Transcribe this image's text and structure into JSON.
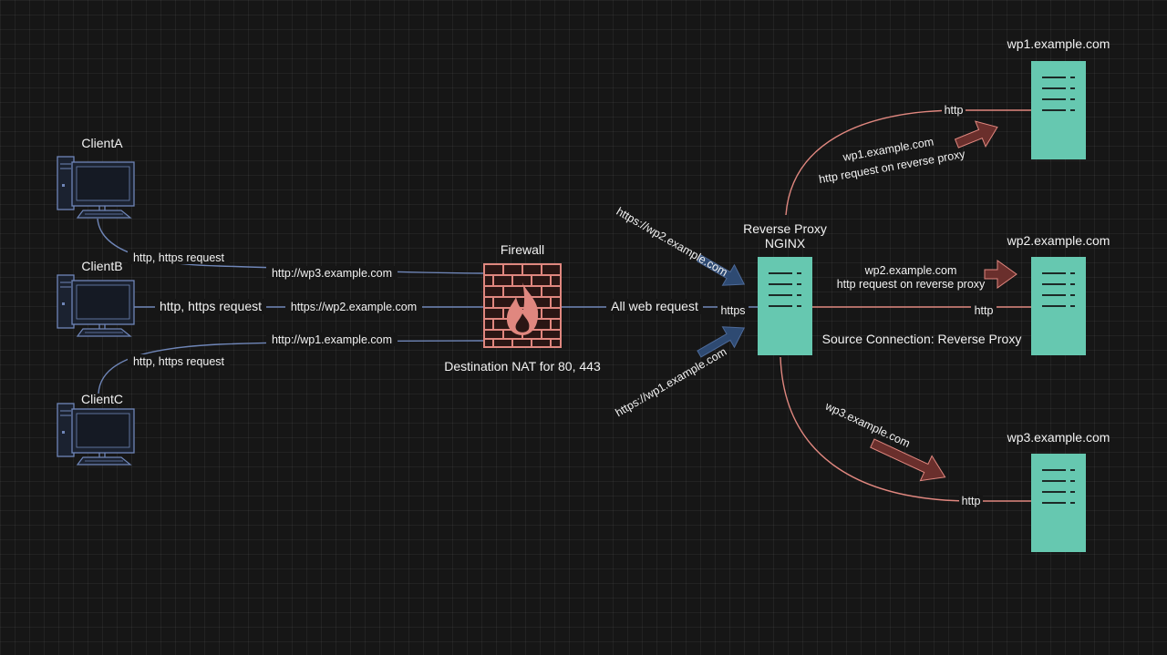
{
  "nodes": {
    "client_a": "ClientA",
    "client_b": "ClientB",
    "client_c": "ClientC",
    "firewall": "Firewall",
    "firewall_note": "Destination NAT for 80, 443",
    "proxy_line1": "Reverse Proxy",
    "proxy_line2": "NGINX",
    "wp1": "wp1.example.com",
    "wp2": "wp2.example.com",
    "wp3": "wp3.example.com"
  },
  "edges": {
    "client_a_request": "http, https request",
    "client_b_request": "http, https request",
    "client_c_request": "http, https request",
    "wp3_request": "http://wp3.example.com",
    "wp2_request": "https://wp2.example.com",
    "wp1_request": "http://wp1.example.com",
    "all_web_request": "All web request",
    "https": "https",
    "arrow_https_wp2": "https://wp2.example.com",
    "arrow_https_wp1": "https://wp1.example.com",
    "proxy_wp1_domain": "wp1.example.com",
    "proxy_wp1_desc": "http request on reverse proxy",
    "proxy_wp1_proto": "http",
    "proxy_wp2_domain": "wp2.example.com",
    "proxy_wp2_desc": "http request on reverse proxy",
    "proxy_wp2_proto": "http",
    "source_connection": "Source Connection: Reverse Proxy",
    "proxy_wp3_domain": "wp3.example.com",
    "proxy_wp3_proto": "http"
  },
  "colors": {
    "background": "#161616",
    "server_fill": "#66c8b0",
    "server_line": "#1c2a27",
    "client_stroke": "#6f86b8",
    "firewall_brick": "#e0877f",
    "flow_blue_arrow": "#2e4a72",
    "flow_red_arrow": "#6a2f2c"
  },
  "icons": {
    "client": "desktop-computer-icon",
    "firewall": "firewall-icon",
    "server": "server-icon"
  }
}
